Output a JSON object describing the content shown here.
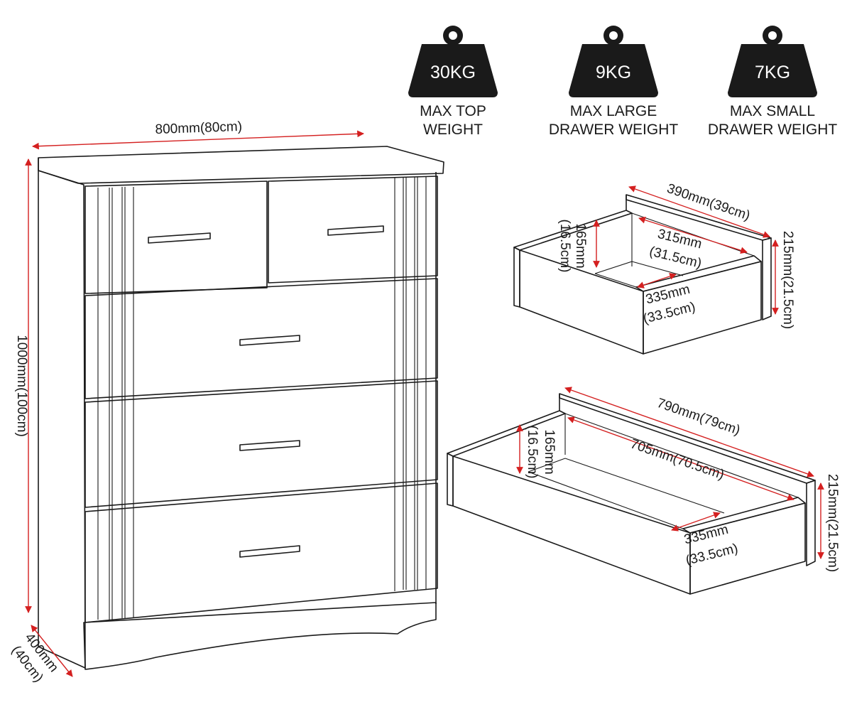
{
  "weights": [
    {
      "value": "30KG",
      "caption_lines": [
        "MAX TOP",
        "WEIGHT"
      ]
    },
    {
      "value": "9KG",
      "caption_lines": [
        "MAX LARGE",
        "DRAWER WEIGHT"
      ]
    },
    {
      "value": "7KG",
      "caption_lines": [
        "MAX SMALL",
        "DRAWER WEIGHT"
      ]
    }
  ],
  "chest": {
    "width": "800mm(80cm)",
    "height": "1000mm(100cm)",
    "depth_lines": [
      "400mm",
      "(40cm)"
    ]
  },
  "small_drawer": {
    "outer_length": "390mm(39cm)",
    "inner_length_lines": [
      "315mm",
      "(31.5cm)"
    ],
    "inner_depth_lines": [
      "335mm",
      "(33.5cm)"
    ],
    "inner_height_lines": [
      "165mm",
      "(16.5cm)"
    ],
    "outer_height": "215mm(21.5cm)"
  },
  "large_drawer": {
    "outer_length": "790mm(79cm)",
    "inner_length": "705mm(70.5cm)",
    "inner_depth_lines": [
      "335mm",
      "(33.5cm)"
    ],
    "inner_height_lines": [
      "165mm",
      "(16.5cm)"
    ],
    "outer_height": "215mm(21.5cm)"
  },
  "colors": {
    "line": "#1a1a1a",
    "dimension": "#d42020",
    "weight_icon": "#1a1a1a"
  }
}
